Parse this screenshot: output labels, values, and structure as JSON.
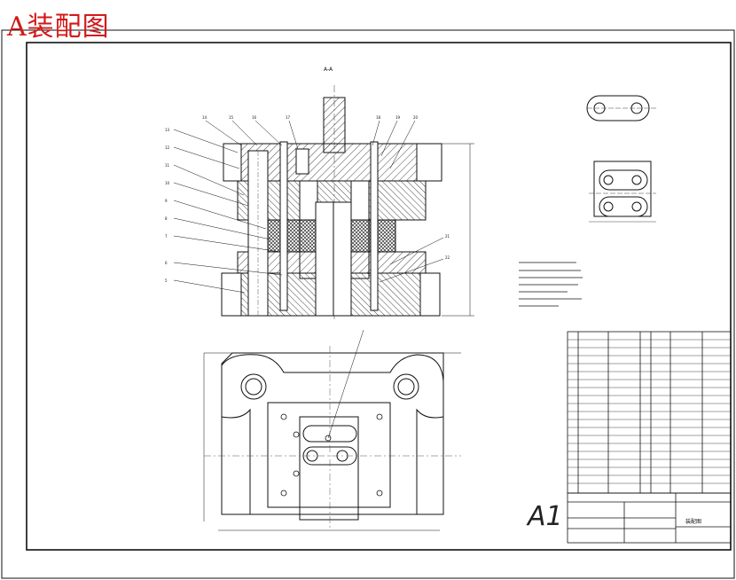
{
  "page": {
    "title": "A装配图"
  },
  "section": {
    "label": "A-A"
  },
  "title_block": {
    "drawing_name": "装配图",
    "scale_mark": "A1"
  },
  "colors": {
    "title_red": "#d21a1a",
    "line": "#111111",
    "hatch": "#333333",
    "centerline": "#555555"
  },
  "diagram": {
    "type": "punch-die assembly drawing",
    "views": [
      "section A-A front view",
      "top view",
      "workpiece sketch",
      "strip layout"
    ]
  }
}
